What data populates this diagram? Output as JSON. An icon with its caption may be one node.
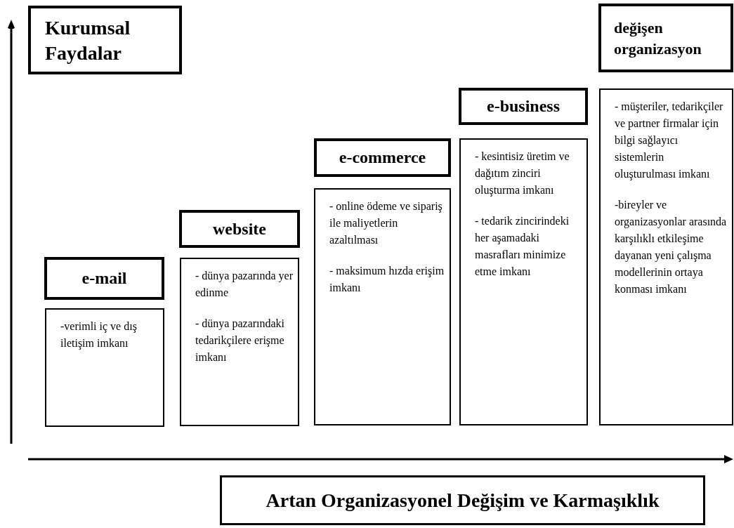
{
  "diagram": {
    "nodes": [
      {
        "text": [
          "Kurumsal Faydalar"
        ]
      },
      {
        "text": [
          "e-mail"
        ]
      },
      {
        "text": [
          "-verimli iç ve dış iletişim imkanı"
        ]
      },
      {
        "text": [
          "website"
        ]
      },
      {
        "text": [
          "- dünya pazarında yer edinme",
          "- dünya pazarındaki tedarikçilere erişme imkanı"
        ]
      },
      {
        "text": [
          "e-commerce"
        ]
      },
      {
        "text": [
          "- online ödeme ve sipariş ile maliyetlerin azaltılması",
          "- maksimum hızda erişim imkanı"
        ]
      },
      {
        "text": [
          "e-business"
        ]
      },
      {
        "text": [
          "- kesintisiz üretim ve dağıtım zinciri oluşturma imkanı",
          "- tedarik zincirindeki her aşamadaki masrafları minimize etme imkanı"
        ]
      },
      {
        "text": [
          "değişen organizasyon"
        ]
      },
      {
        "text": [
          "- müşteriler, tedarikçiler ve partner firmalar için bilgi sağlayıcı sistemlerin oluşturulması imkanı",
          "-bireyler ve organizasyonlar arasında karşılıklı etkileşime dayanan yeni çalışma modellerinin ortaya konması imkanı"
        ]
      },
      {
        "text": [
          "Artan Organizasyonel Değişim ve Karmaşıklık"
        ]
      }
    ]
  }
}
